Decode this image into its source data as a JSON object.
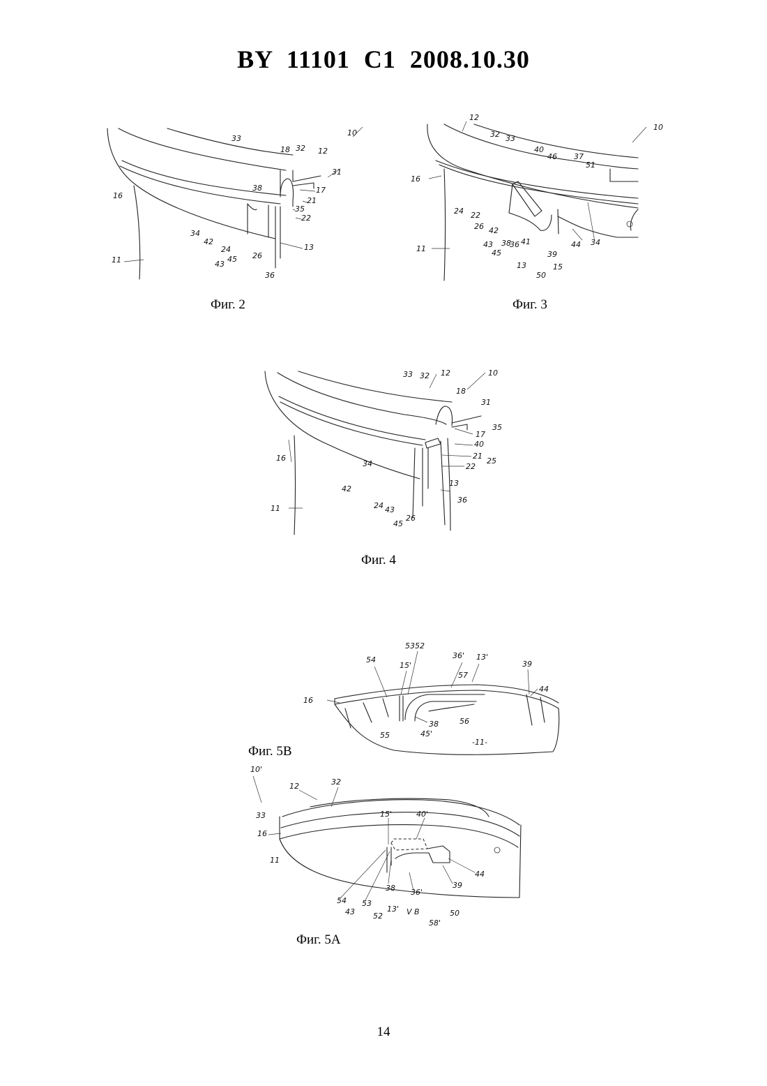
{
  "header": {
    "title": "BY  11101  C1  2008.10.30"
  },
  "figures": [
    {
      "caption": "Фиг. 2",
      "labels": [
        "33",
        "18",
        "32",
        "12",
        "10",
        "31",
        "17",
        "38",
        "21",
        "35",
        "22",
        "16",
        "34",
        "42",
        "24",
        "43",
        "45",
        "26",
        "36",
        "13",
        "11"
      ]
    },
    {
      "caption": "Фиг. 3",
      "labels": [
        "12",
        "10",
        "32",
        "33",
        "40",
        "46",
        "37",
        "51",
        "16",
        "24",
        "22",
        "26",
        "42",
        "43",
        "45",
        "38",
        "36",
        "41",
        "13",
        "50",
        "39",
        "15",
        "44",
        "34",
        "11"
      ]
    },
    {
      "caption": "Фиг. 4",
      "labels": [
        "33",
        "32",
        "12",
        "10",
        "18",
        "31",
        "35",
        "17",
        "40",
        "21",
        "25",
        "22",
        "16",
        "34",
        "42",
        "24",
        "43",
        "26",
        "45",
        "13",
        "36",
        "11"
      ]
    },
    {
      "caption": "Фиг. 5B",
      "labels": [
        "54",
        "53",
        "52",
        "15'",
        "36'",
        "13'",
        "57",
        "39",
        "44",
        "16",
        "38",
        "56",
        "55",
        "45'",
        "-11-"
      ]
    },
    {
      "caption": "Фиг. 5A",
      "labels": [
        "10'",
        "12",
        "32",
        "33",
        "15'",
        "40'",
        "16",
        "11",
        "44",
        "54",
        "43",
        "53",
        "38",
        "52",
        "13'",
        "36'",
        "39",
        "V B",
        "58'",
        "50"
      ]
    }
  ],
  "footer": {
    "page_number": "14"
  }
}
